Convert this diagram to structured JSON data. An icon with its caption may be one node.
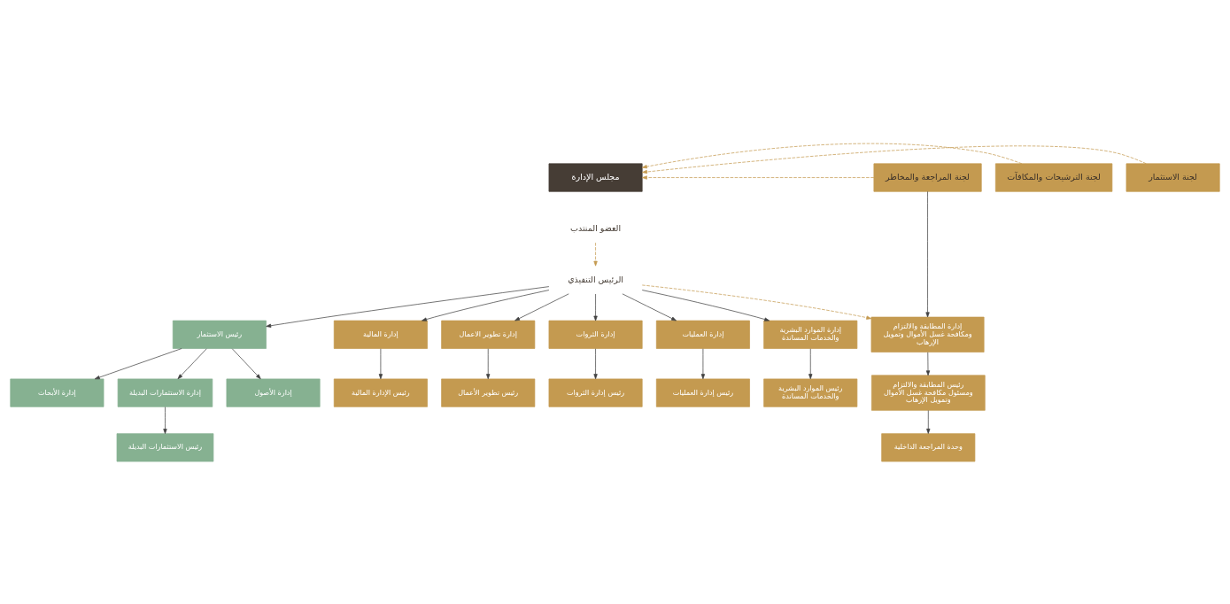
{
  "diagram": {
    "nodes": [
      {
        "text": [
          "مجلس الإدارة"
        ]
      },
      {
        "text": [
          "لجنة المراجعة والمخاطر"
        ]
      },
      {
        "text": [
          "لجنة الترشيحات والمكافآت"
        ]
      },
      {
        "text": [
          "لجنة الاستثمار"
        ]
      },
      {
        "text": [
          "العضو المنتدب"
        ]
      },
      {
        "text": [
          "الرئيس التنفيذي"
        ]
      },
      {
        "text": [
          "رئيس الاستثمار"
        ]
      },
      {
        "text": [
          "إدارة الأبحاث"
        ]
      },
      {
        "text": [
          "إدارة الاستثمارات البديلة"
        ]
      },
      {
        "text": [
          "رئيس الاستثمارات البديلة"
        ]
      },
      {
        "text": [
          "إدارة الأصول"
        ]
      },
      {
        "text": [
          "إدارة المالية"
        ]
      },
      {
        "text": [
          "رئيس الإدارة المالية"
        ]
      },
      {
        "text": [
          "إدارة تطوير الاعمال"
        ]
      },
      {
        "text": [
          "رئيس تطوير الأعمال"
        ]
      },
      {
        "text": [
          "إدارة الثروات"
        ]
      },
      {
        "text": [
          "رئيس إدارة الثروات"
        ]
      },
      {
        "text": [
          "إدارة العمليات"
        ]
      },
      {
        "text": [
          "رئيس إدارة العمليات"
        ]
      },
      {
        "text": [
          "إدارة الموارد البشرية والخدمات المساندة"
        ]
      },
      {
        "text": [
          "رئيس الموارد البشرية والخدمات المساندة"
        ]
      },
      {
        "text": [
          "إدارة المطابقة والالتزام ومكافحة غسل الأموال وتمويل الإرهاب"
        ]
      },
      {
        "text": [
          "رئيس المطابقة والالتزام ومسئول مكافحة غسل الأموال وتمويل الإرهاب"
        ]
      },
      {
        "text": [
          "وحدة المراجعة الداخلية"
        ]
      }
    ],
    "edges": [
      {
        "from": 1,
        "to": 0,
        "arrow": "to",
        "style": "dashed",
        "color": "#c49a50"
      },
      {
        "from": 2,
        "to": 0,
        "arrow": "to",
        "style": "dashed",
        "color": "#c49a50"
      },
      {
        "from": 3,
        "to": 0,
        "arrow": "to",
        "style": "dashed",
        "color": "#c49a50"
      },
      {
        "from": 4,
        "to": 5,
        "arrow": "to",
        "style": "dashed",
        "color": "#c49a50"
      },
      {
        "from": 5,
        "to": 6,
        "arrow": "to"
      },
      {
        "from": 5,
        "to": 11,
        "arrow": "to"
      },
      {
        "from": 5,
        "to": 13,
        "arrow": "to"
      },
      {
        "from": 5,
        "to": 15,
        "arrow": "to"
      },
      {
        "from": 5,
        "to": 17,
        "arrow": "to"
      },
      {
        "from": 5,
        "to": 19,
        "arrow": "to"
      },
      {
        "from": 5,
        "to": 21,
        "arrow": "to",
        "style": "dashed",
        "color": "#c49a50"
      },
      {
        "from": 1,
        "to": 21,
        "arrow": "to"
      },
      {
        "from": 6,
        "to": 7,
        "arrow": "to"
      },
      {
        "from": 6,
        "to": 8,
        "arrow": "to"
      },
      {
        "from": 6,
        "to": 10,
        "arrow": "to"
      },
      {
        "from": 8,
        "to": 9,
        "arrow": "to"
      },
      {
        "from": 11,
        "to": 12,
        "arrow": "to"
      },
      {
        "from": 13,
        "to": 14,
        "arrow": "to"
      },
      {
        "from": 15,
        "to": 16,
        "arrow": "to"
      },
      {
        "from": 17,
        "to": 18,
        "arrow": "to"
      },
      {
        "from": 19,
        "to": 20,
        "arrow": "to"
      },
      {
        "from": 21,
        "to": 22,
        "arrow": "to"
      },
      {
        "from": 22,
        "to": 23,
        "arrow": "to"
      }
    ]
  }
}
